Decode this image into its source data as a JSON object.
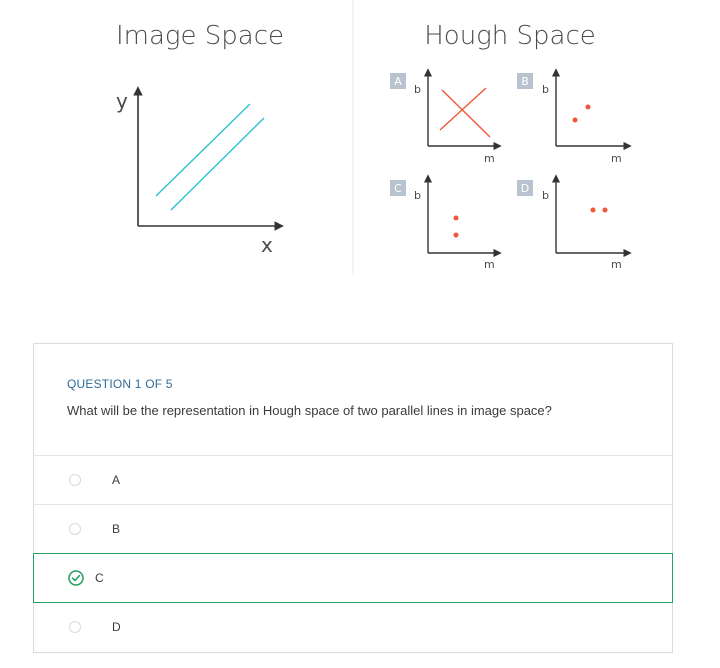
{
  "figure": {
    "image_space": {
      "title": "Image Space",
      "y_label": "y",
      "x_label": "x"
    },
    "hough_space": {
      "title": "Hough Space",
      "panels": [
        {
          "badge": "A",
          "y_label": "b",
          "x_label": "m",
          "content": "crossing-lines"
        },
        {
          "badge": "B",
          "y_label": "b",
          "x_label": "m",
          "content": "two-points-diagonal"
        },
        {
          "badge": "C",
          "y_label": "b",
          "x_label": "m",
          "content": "two-points-vertical"
        },
        {
          "badge": "D",
          "y_label": "b",
          "x_label": "m",
          "content": "two-points-horizontal"
        }
      ]
    },
    "colors": {
      "line_cyan": "#2bc3cf",
      "mark_red": "#f0573a",
      "badge_gray": "#b9c3cf",
      "axis": "#333333"
    }
  },
  "quiz": {
    "progress": "QUESTION 1 OF 5",
    "question": "What will be the representation in Hough space of two parallel lines in image space?",
    "options": [
      {
        "label": "A",
        "state": "unselected"
      },
      {
        "label": "B",
        "state": "unselected"
      },
      {
        "label": "C",
        "state": "correct"
      },
      {
        "label": "D",
        "state": "unselected"
      }
    ],
    "colors": {
      "progress": "#2d6b9a",
      "correct": "#27a060"
    }
  }
}
